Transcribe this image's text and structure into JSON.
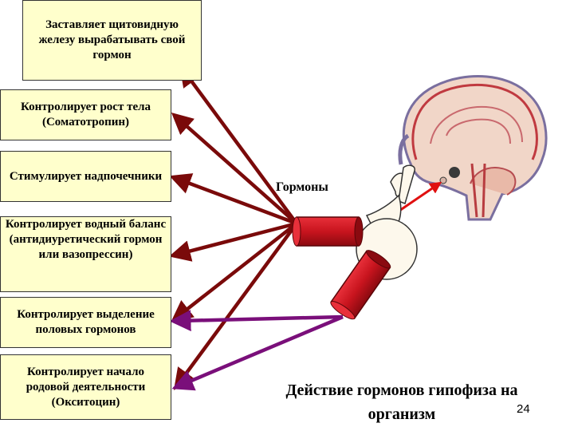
{
  "boxes": [
    {
      "text": "Заставляет щитовидную железу вырабатывать свой гормон"
    },
    {
      "text": "Контролирует рост тела (Соматотропин)"
    },
    {
      "text": "Стимулирует надпочечники"
    },
    {
      "text": "Контролирует водный баланс (антидиуретический гормон или вазопрессин)"
    },
    {
      "text": "Контролирует выделение половых гормонов"
    },
    {
      "text": "Контролирует начало родовой деятельности (Окситоцин)"
    }
  ],
  "hormones_label": "Гормоны",
  "caption": "Действие гормонов гипофиза на организм",
  "page_number": "24",
  "colors": {
    "anterior_arrow": "#7a0a0a",
    "posterior_arrow": "#7a0f7a",
    "red_cylinder": "#c8141e",
    "box_fill": "#ffffcc",
    "pointer_arrow": "#e01010"
  },
  "icons": [
    "brain-icon",
    "pituitary-gland-icon"
  ]
}
